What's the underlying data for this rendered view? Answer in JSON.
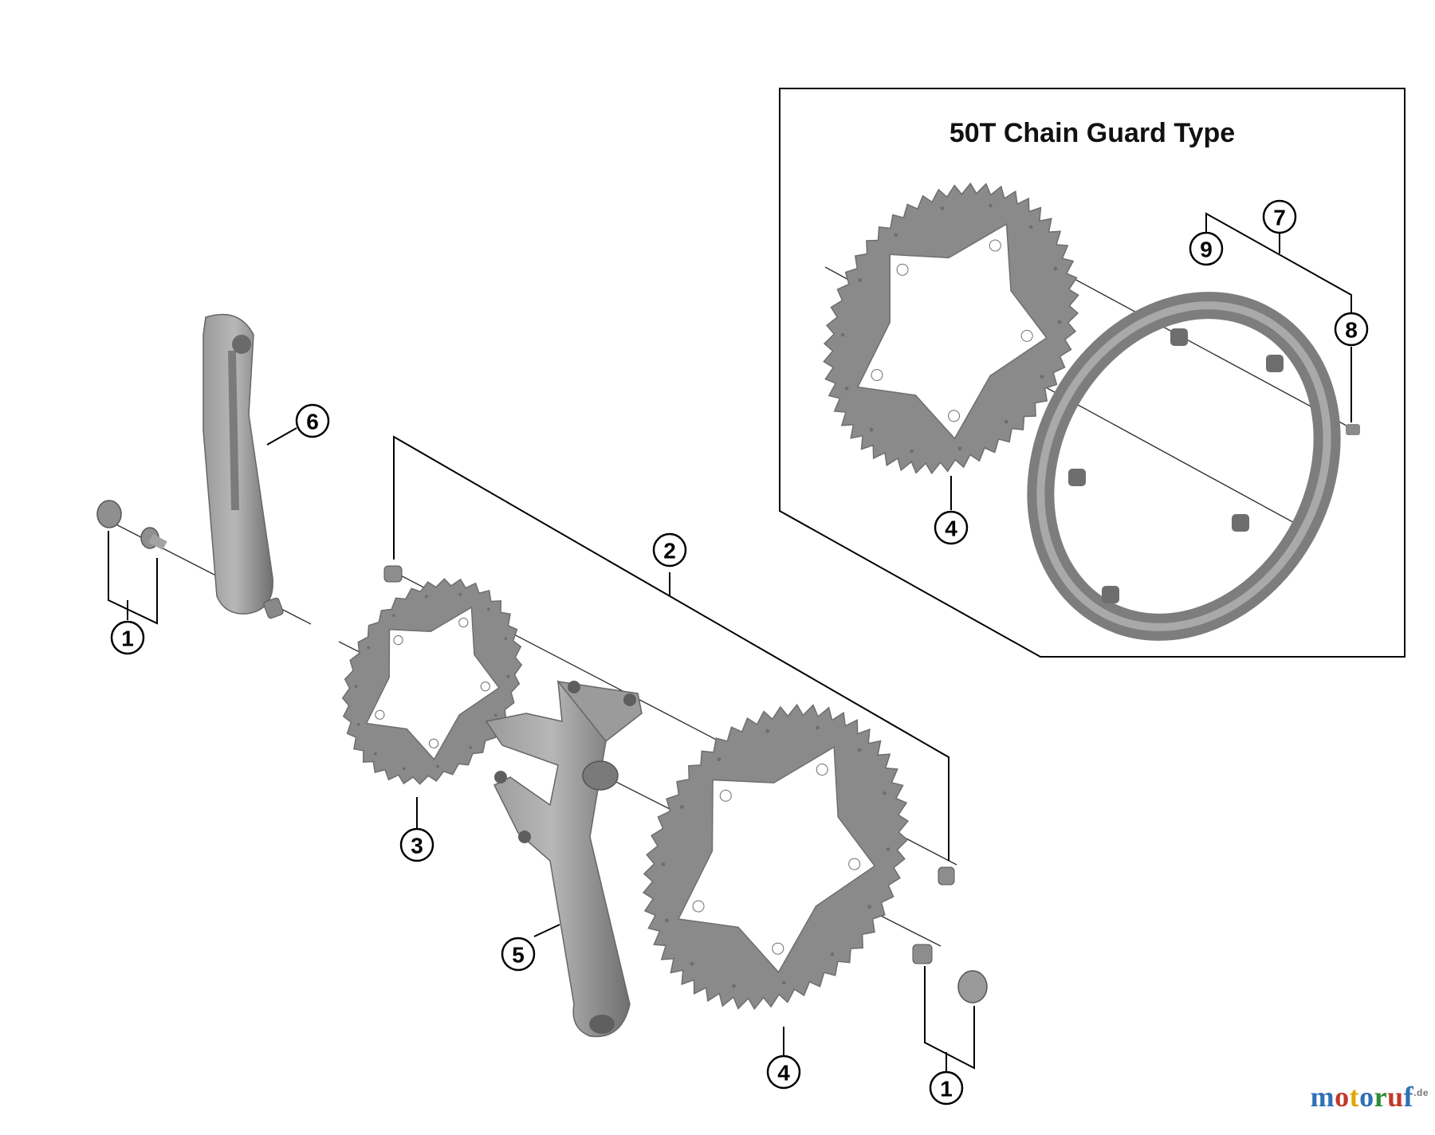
{
  "inset": {
    "title": "50T Chain Guard Type"
  },
  "callouts": {
    "c1a": "1",
    "c1b": "1",
    "c2": "2",
    "c3": "3",
    "c4a": "4",
    "c4b": "4",
    "c5": "5",
    "c6": "6",
    "c7": "7",
    "c8": "8",
    "c9": "9"
  },
  "watermark": {
    "letters": [
      "m",
      "o",
      "t",
      "o",
      "r",
      "u",
      "f"
    ],
    "colors": [
      "#2f6fb5",
      "#c0392b",
      "#e0a800",
      "#2f6fb5",
      "#2e8b3a",
      "#c0392b",
      "#2f6fb5"
    ],
    "suffix": ".de"
  },
  "colors": {
    "metal": "#8a8a8a",
    "metal_dark": "#6e6e6e",
    "metal_light": "#b5b5b5"
  }
}
